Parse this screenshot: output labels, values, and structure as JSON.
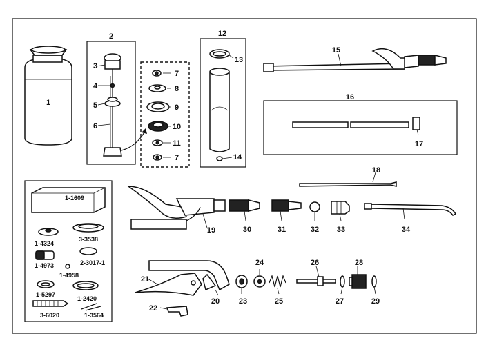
{
  "diagram": {
    "labels": {
      "l1": "1",
      "l2": "2",
      "l3": "3",
      "l4": "4",
      "l5": "5",
      "l6": "6",
      "l7a": "7",
      "l8": "8",
      "l9": "9",
      "l10": "10",
      "l11": "11",
      "l7b": "7",
      "l12": "12",
      "l13": "13",
      "l14": "14",
      "l15": "15",
      "l16": "16",
      "l17": "17",
      "l18": "18",
      "l19": "19",
      "l30": "30",
      "l31": "31",
      "l32": "32",
      "l33": "33",
      "l34": "34",
      "l20": "20",
      "l21": "21",
      "l22": "22",
      "l23": "23",
      "l24": "24",
      "l25": "25",
      "l26": "26",
      "l27": "27",
      "l28": "28",
      "l29": "29"
    },
    "kit": {
      "k1609": "1-1609",
      "k4324": "1-4324",
      "k3538": "3-3538",
      "k4973": "1-4973",
      "k3017": "2-3017-1",
      "k4958": "1-4958",
      "k5297": "1-5297",
      "k2420": "1-2420",
      "k6020": "3-6020",
      "k3564": "1-3564"
    }
  }
}
